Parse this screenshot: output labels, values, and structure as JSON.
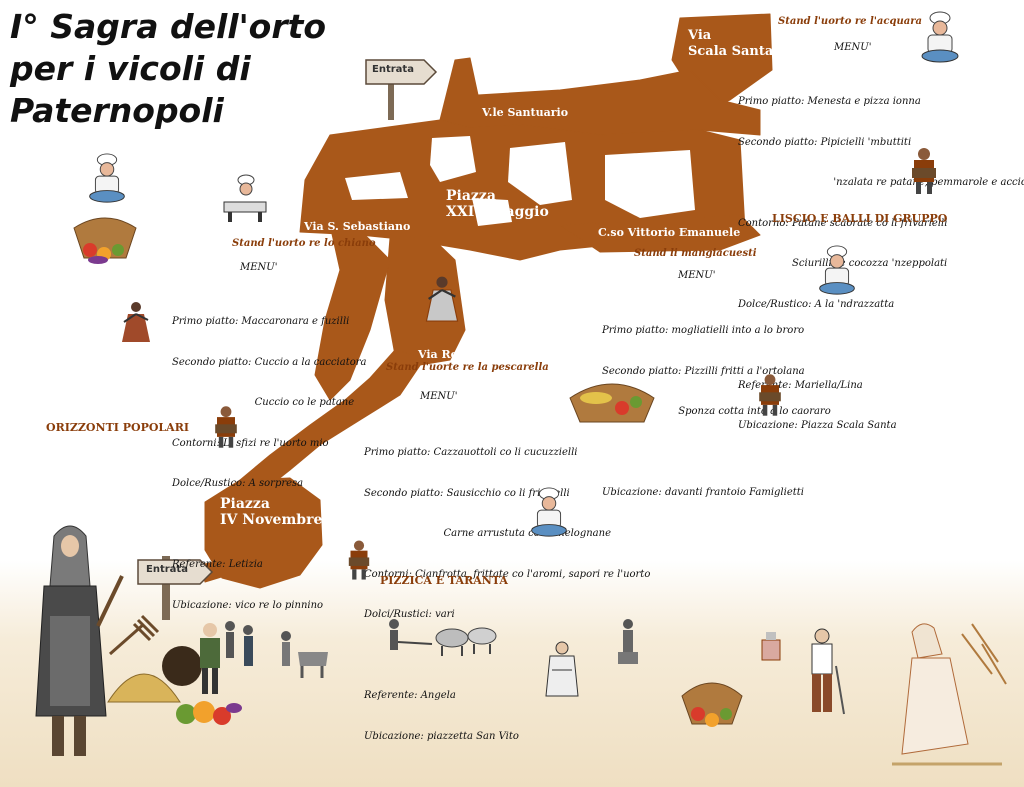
{
  "title": {
    "line1": "I° Sagra dell'orto",
    "line2": "per i vicoli di",
    "line3": "Paternopoli"
  },
  "signs": {
    "entrata": "Entrata"
  },
  "streets": {
    "scala_santa": "Via\nScala Santa",
    "santuario": "V.le Santuario",
    "sebastiano": "Via S. Sebastiano",
    "xxiv_maggio": "Piazza\nXXIV Maggio",
    "vittorio": "C.so Vittorio Emanuele",
    "roma": "Via Roma",
    "iv_novembre": "Piazza\nIV Novembre"
  },
  "stands": [
    {
      "name": "Stand l'uorto re l'acquara",
      "menu_label": "MENU'",
      "lines": [
        "Primo piatto: Menesta e pizza ionna",
        "Secondo piatto: Pipicielli 'mbuttiti",
        "                              'nzalata re patane, pemmarole e accio",
        "Contorno: Patane scaorate co li frivarielli",
        "                 Sciurilli re cocozza 'nzeppolati",
        "Dolce/Rustico: A la 'ndrazzatta",
        "",
        "Referente: Mariella/Lina",
        "Ubicazione: Piazza Scala Santa"
      ],
      "show": "LISCIO E BALLI DI GRUPPO"
    },
    {
      "name": "Stand l'uorto re lo chiano",
      "menu_label": "MENU'",
      "lines": [
        "Primo piatto: Maccaronara e fuzilli",
        "Secondo piatto: Cuccio a la cacciatora",
        "                          Cuccio co le patane",
        "Contorni: Li sfizi re l'uorto mio",
        "Dolce/Rustico: A sorpresa",
        "",
        "Referente: Letizia",
        "Ubicazione: vico re lo pinnino"
      ],
      "show": "ORIZZONTI POPOLARI"
    },
    {
      "name": "Stand li mangiacuesti",
      "menu_label": "MENU'",
      "lines": [
        "Primo piatto: mogliatielli into a lo broro",
        "Secondo piatto: Pizzilli fritti a l'ortolana",
        "                        Sponza cotta into a lo caoraro",
        "",
        "Ubicazione: davanti frantoio Famiglietti"
      ]
    },
    {
      "name": "Stand  l'uorte re la pescarella",
      "menu_label": "MENU'",
      "lines": [
        "Primo piatto: Cazzauottoli co li cucuzzielli",
        "Secondo piatto: Sausicchio co li friarielli",
        "                         Carne arrustuta co le melognane",
        "Contorni: Cianfrotta, frittate co l'aromi, sapori re l'uorto",
        "Dolci/Rustici: vari",
        "",
        "Referente: Angela",
        "Ubicazione: piazzetta San Vito"
      ],
      "show": "PIZZICA E TARANTA"
    }
  ],
  "colors": {
    "streets": "#a9581a",
    "stand_titles": "#8a3d0a",
    "text": "#111111",
    "background_bottom": "#efdfc2"
  },
  "icons": [
    "chef-icon",
    "harvest-basket-icon",
    "accordion-player-icon",
    "dancer-icon",
    "farmer-woman-icon",
    "plowing-icon",
    "reaper-woman-icon"
  ]
}
